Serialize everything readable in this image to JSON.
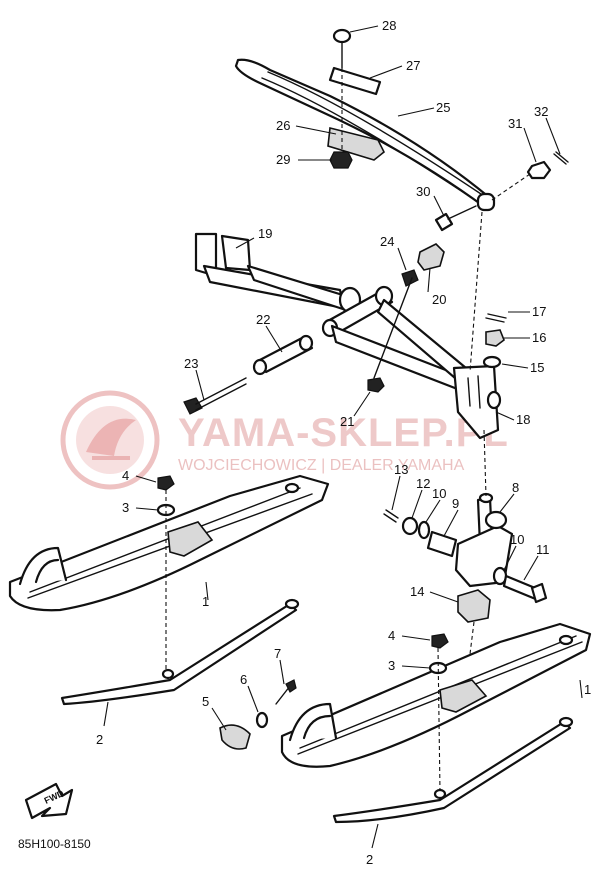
{
  "diagram_code": "85H100-8150",
  "watermark": {
    "title": "YAMA-SKLEP.PL",
    "subtitle": "WOJCIECHOWICZ | DEALER YAMAHA"
  },
  "fwd_label": "FWD",
  "callouts": [
    "28",
    "27",
    "25",
    "26",
    "29",
    "31",
    "32",
    "30",
    "19",
    "24",
    "20",
    "17",
    "16",
    "15",
    "22",
    "23",
    "21",
    "18",
    "4",
    "3",
    "13",
    "12",
    "10",
    "9",
    "8",
    "10",
    "11",
    "1",
    "14",
    "4",
    "3",
    "1",
    "7",
    "6",
    "5",
    "2",
    "2"
  ]
}
